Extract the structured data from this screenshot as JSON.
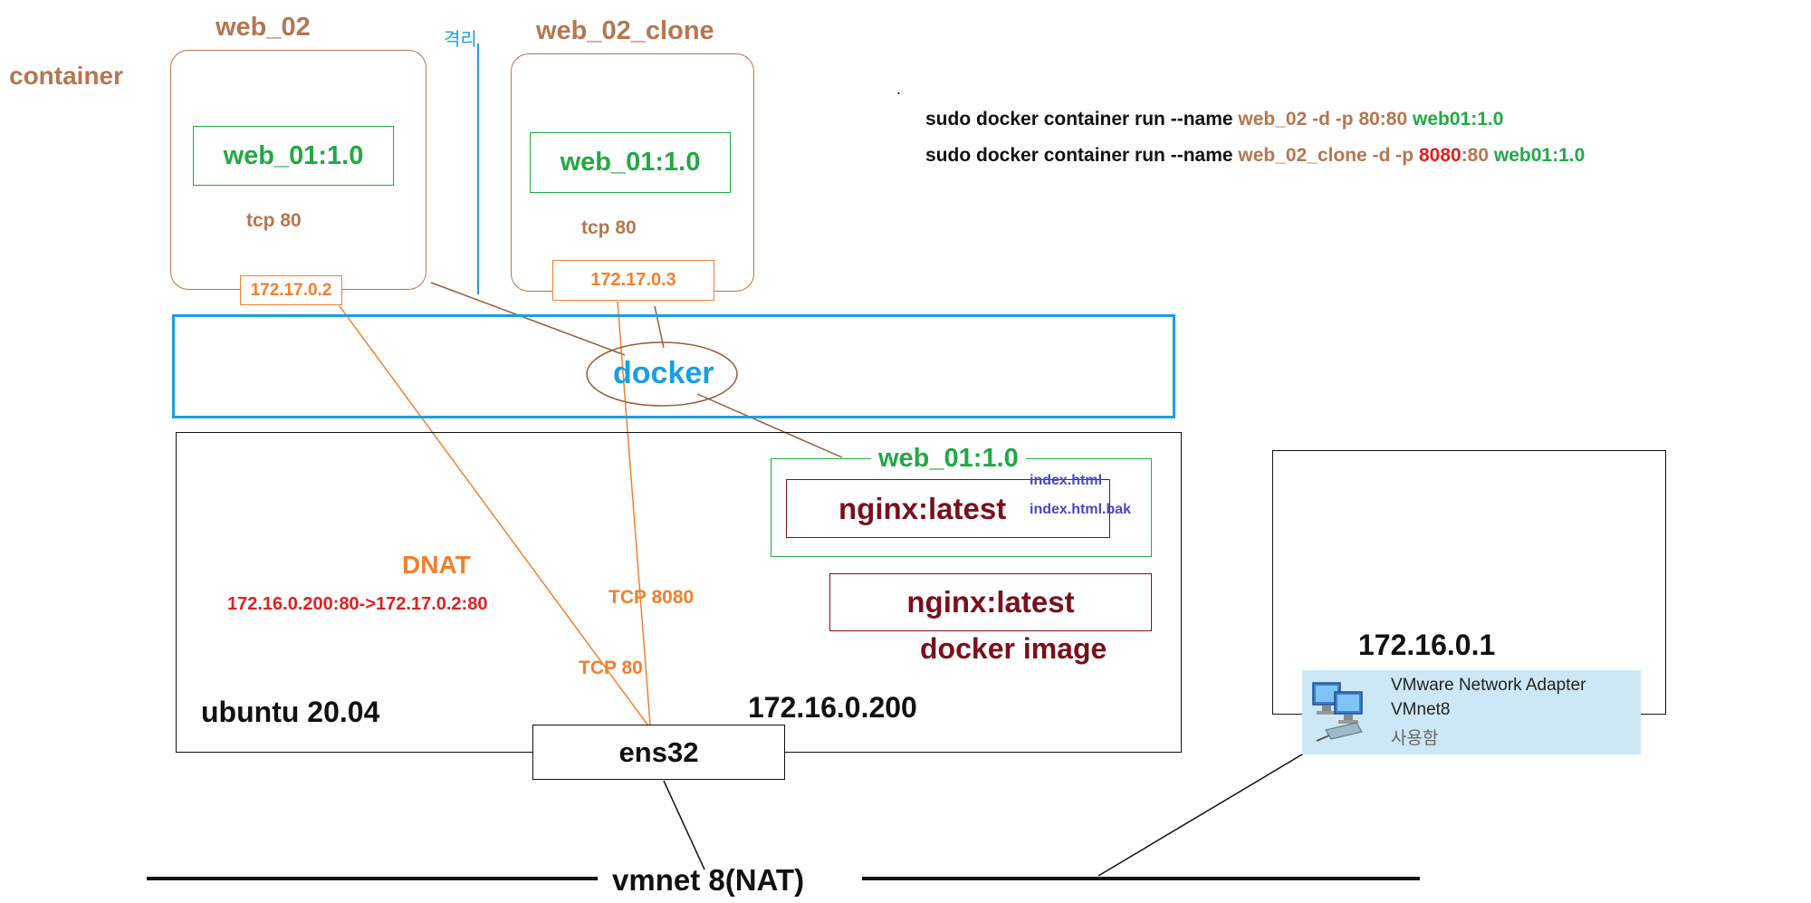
{
  "labels": {
    "container": "container",
    "web02": "web_02",
    "isolation": "격리",
    "web02clone": "web_02_clone",
    "image1": "web_01:1.0",
    "image2": "web_01:1.0",
    "tcp80_a": "tcp 80",
    "tcp80_b": "tcp 80",
    "ip_a": "172.17.0.2",
    "ip_b": "172.17.0.3",
    "docker": "docker",
    "web01_img": "web_01:1.0",
    "nginx_inner": "nginx:latest",
    "index_html": "index.html",
    "index_bak": "index.html.bak",
    "nginx_outer": "nginx:latest",
    "docker_image": "docker image",
    "dnat": "DNAT",
    "dnat_rule": "172.16.0.200:80->172.17.0.2:80",
    "tcp8080": "TCP 8080",
    "tcp80_host": "TCP 80",
    "ubuntu": "ubuntu 20.04",
    "host_ip": "172.16.0.200",
    "ens32": "ens32",
    "vmnet": "vmnet 8(NAT)",
    "gateway_ip": "172.16.0.1",
    "adapter_name": "VMware Network Adapter",
    "adapter_net": "VMnet8",
    "adapter_status": "사용함",
    "dot": "."
  },
  "commands": {
    "line1": {
      "p1": "sudo docker container run --name ",
      "p2": "web_02",
      "p3": " -d -p 80:80 ",
      "p4": "web01:1.0"
    },
    "line2": {
      "p1": "sudo docker container run --name ",
      "p2": "web_02_clone",
      "p3": " -d -p ",
      "p4": "8080",
      "p5": ":80 ",
      "p6": "web01:1.0"
    }
  },
  "colors": {
    "brown": "#b5764f",
    "green": "#22a845",
    "orange": "#f08030",
    "red": "#e02020",
    "darkred": "#7a0f1e",
    "blue": "#1a9fe0",
    "purple": "#4b44c8",
    "adapter_bg": "#cce8f6"
  },
  "icons": [
    "network-adapter-icon"
  ]
}
